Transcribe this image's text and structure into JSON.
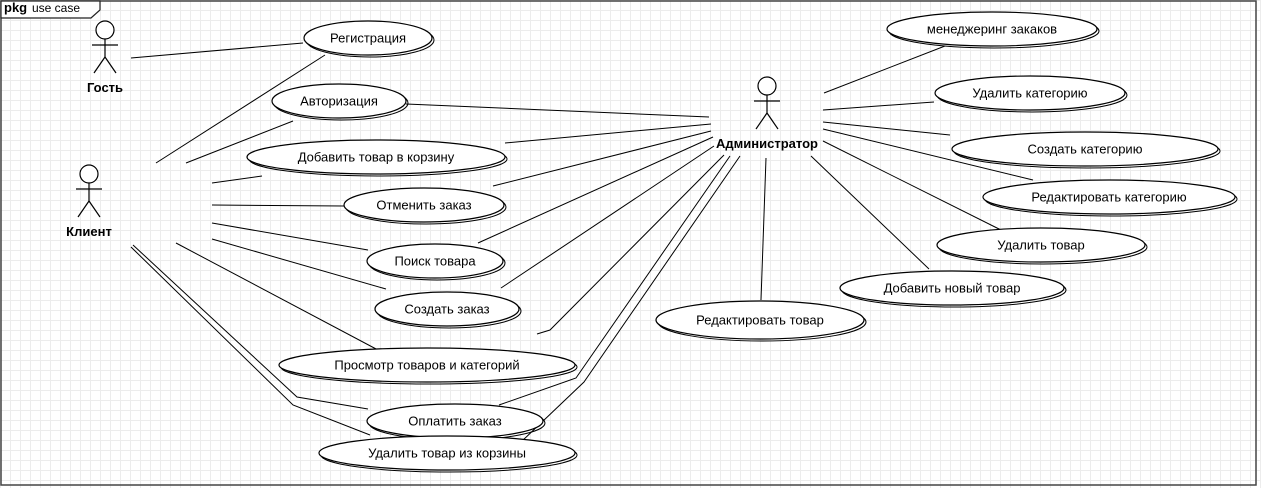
{
  "package": {
    "keyword": "pkg",
    "name": "use case"
  },
  "actors": [
    {
      "id": "guest",
      "label": "Гость"
    },
    {
      "id": "client",
      "label": "Клиент"
    },
    {
      "id": "admin",
      "label": "Администратор"
    }
  ],
  "use_cases": [
    {
      "id": "reg",
      "label": "Регистрация"
    },
    {
      "id": "auth",
      "label": "Авторизация"
    },
    {
      "id": "add_cart",
      "label": "Добавить товар в корзину"
    },
    {
      "id": "cancel",
      "label": "Отменить заказ"
    },
    {
      "id": "search",
      "label": "Поиск товара"
    },
    {
      "id": "create_order",
      "label": "Создать заказ"
    },
    {
      "id": "browse",
      "label": "Просмотр товаров и категорий"
    },
    {
      "id": "pay",
      "label": "Оплатить заказ"
    },
    {
      "id": "remove_cart",
      "label": "Удалить товар из корзины"
    },
    {
      "id": "manage",
      "label": "менеджеринг закаков"
    },
    {
      "id": "del_cat",
      "label": "Удалить категорию"
    },
    {
      "id": "create_cat",
      "label": "Создать категорию"
    },
    {
      "id": "edit_cat",
      "label": "Редактировать категорию"
    },
    {
      "id": "del_item",
      "label": "Удалить товар"
    },
    {
      "id": "add_item",
      "label": "Добавить новый товар"
    },
    {
      "id": "edit_item",
      "label": "Редактировать товар"
    }
  ],
  "associations": [
    [
      "guest",
      "reg"
    ],
    [
      "client",
      "reg"
    ],
    [
      "client",
      "auth"
    ],
    [
      "client",
      "add_cart"
    ],
    [
      "client",
      "cancel"
    ],
    [
      "client",
      "search"
    ],
    [
      "client",
      "create_order"
    ],
    [
      "client",
      "browse"
    ],
    [
      "client",
      "pay"
    ],
    [
      "client",
      "remove_cart"
    ],
    [
      "admin",
      "auth"
    ],
    [
      "admin",
      "add_cart"
    ],
    [
      "admin",
      "cancel"
    ],
    [
      "admin",
      "search"
    ],
    [
      "admin",
      "create_order"
    ],
    [
      "admin",
      "browse"
    ],
    [
      "admin",
      "pay"
    ],
    [
      "admin",
      "remove_cart"
    ],
    [
      "admin",
      "manage"
    ],
    [
      "admin",
      "del_cat"
    ],
    [
      "admin",
      "create_cat"
    ],
    [
      "admin",
      "edit_cat"
    ],
    [
      "admin",
      "del_item"
    ],
    [
      "admin",
      "add_item"
    ],
    [
      "admin",
      "edit_item"
    ]
  ]
}
